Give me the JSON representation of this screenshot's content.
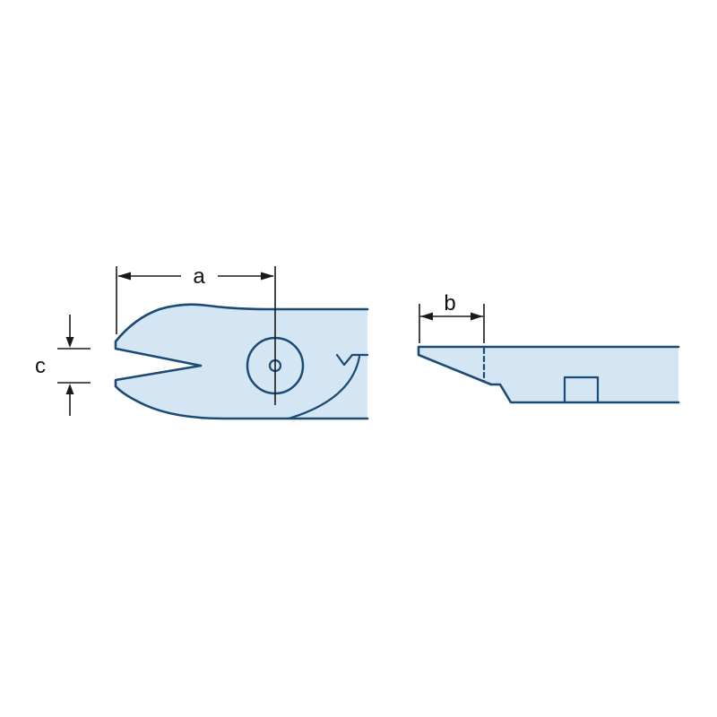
{
  "labels": {
    "dimension_a": "a",
    "dimension_b": "b",
    "dimension_c": "c"
  },
  "colors": {
    "part_fill": "#d4e6f3",
    "part_outline": "#1c4a74",
    "dimension_line": "#1a1a1a",
    "label_text": "#111111",
    "background": "#ffffff"
  }
}
